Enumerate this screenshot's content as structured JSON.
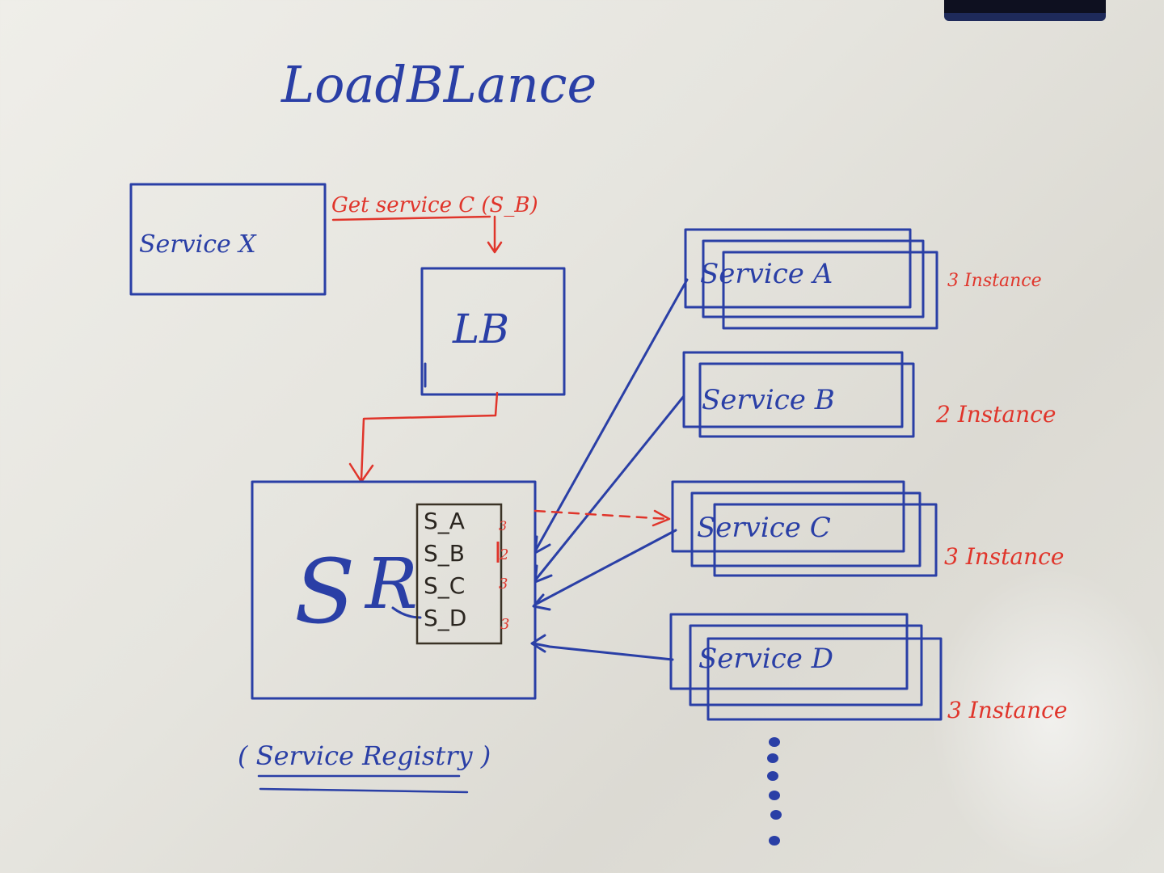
{
  "title": "LoadBLance",
  "service_x": "Service X",
  "request_label": "Get service C (S_B)",
  "lb": "LB",
  "sr": {
    "s": "S",
    "r": "R"
  },
  "registry_entries": [
    {
      "name": "S_A",
      "count": "3"
    },
    {
      "name": "S_B",
      "count": "2"
    },
    {
      "name": "S_C",
      "count": "3"
    },
    {
      "name": "S_D",
      "count": "3"
    }
  ],
  "registry_caption": "( Service Registry )",
  "services": [
    {
      "name": "Service A",
      "instances": "3 Instance"
    },
    {
      "name": "Service B",
      "instances": "2 Instance"
    },
    {
      "name": "Service C",
      "instances": "3 Instance"
    },
    {
      "name": "Service D",
      "instances": "3 Instance"
    }
  ],
  "colors": {
    "marker_blue": "#2a3fa6",
    "marker_red": "#e0352b",
    "marker_black": "#3a3225",
    "board": "#e8e7e1"
  }
}
